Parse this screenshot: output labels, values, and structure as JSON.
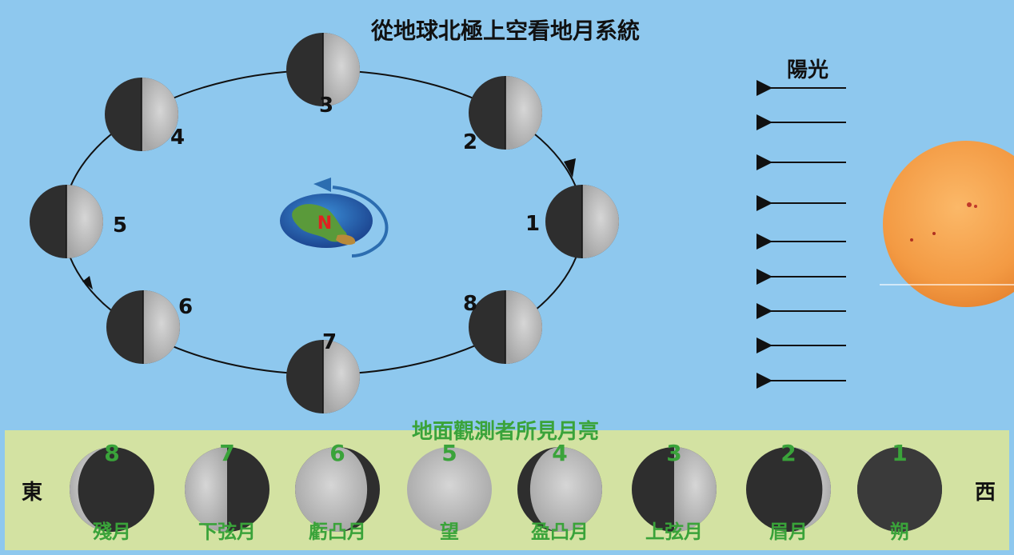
{
  "title": "從地球北極上空看地月系統",
  "sunlight_label": "陽光",
  "earth_label": "N",
  "orbit_positions": [
    "1",
    "2",
    "3",
    "4",
    "5",
    "6",
    "7",
    "8"
  ],
  "panel": {
    "title": "地面觀測者所見月亮",
    "east_label": "東",
    "west_label": "西",
    "phases": [
      {
        "number": "8",
        "name": "殘月",
        "lit_fraction": 0.1,
        "waxing": false
      },
      {
        "number": "7",
        "name": "下弦月",
        "lit_fraction": 0.5,
        "waxing": false
      },
      {
        "number": "6",
        "name": "虧凸月",
        "lit_fraction": 0.85,
        "waxing": false
      },
      {
        "number": "5",
        "name": "望",
        "lit_fraction": 1.0,
        "waxing": true
      },
      {
        "number": "4",
        "name": "盈凸月",
        "lit_fraction": 0.85,
        "waxing": true
      },
      {
        "number": "3",
        "name": "上弦月",
        "lit_fraction": 0.5,
        "waxing": true
      },
      {
        "number": "2",
        "name": "眉月",
        "lit_fraction": 0.1,
        "waxing": true
      },
      {
        "number": "1",
        "name": "朔",
        "lit_fraction": 0.0,
        "waxing": true
      }
    ]
  },
  "colors": {
    "background": "#8ec8ee",
    "panel": "#d3e2a2",
    "panel_text": "#3aa33a",
    "moon_dark": "#2e2e2e",
    "moon_light": "#c4c4c4",
    "sun": "#f5a04a"
  }
}
